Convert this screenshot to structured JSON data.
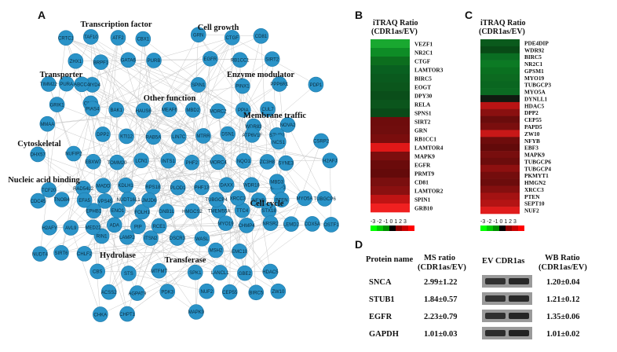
{
  "panels": {
    "A": "A",
    "B": "B",
    "C": "C",
    "D": "D"
  },
  "network": {
    "categories": [
      "Transcription factor",
      "Cell growth",
      "Transporter",
      "Enzyme modulator",
      "Other function",
      "Membrane traffic",
      "Cytoskeletal",
      "Nucleic acid binding",
      "Cell cycle",
      "Hydrolase",
      "Transferase"
    ],
    "nodes": [
      "CRTC1",
      "TAF10",
      "ATF2",
      "CBX1",
      "ZHX1",
      "BRPF1",
      "GATA6",
      "PURB",
      "PURA",
      "SMYD4",
      "GRN",
      "CTGF",
      "CD81",
      "EGFR",
      "RB1CC1",
      "SIRT2",
      "SPIN1",
      "TIMM22",
      "ABCC4",
      "GRIK1",
      "CMC1",
      "MMAA",
      "PINX1",
      "PPP6R1",
      "PDP1",
      "WDR83",
      "NOVA2",
      "PIAS4",
      "BAK1",
      "HAUS6",
      "MEAF6",
      "MBD2",
      "MORC2",
      "PPIA",
      "CUL7",
      "DPP2",
      "KTI12",
      "RAB5A",
      "LIN7C",
      "MTRR",
      "DSN1",
      "ATP6V1F",
      "STUB1",
      "EBXW7",
      "TOMM20",
      "LCN1",
      "INTS1",
      "PHF2",
      "MORC4",
      "NQO1",
      "ZC3H8",
      "MADD",
      "KDLH1",
      "RPS18",
      "PLOD1",
      "PHF13",
      "DAXX",
      "WDR18",
      "ELNP1",
      "EPHB1",
      "ENO1",
      "FOLH1",
      "GNB1L",
      "HMGCS2",
      "TMEM55A",
      "TTC4",
      "STX18",
      "RIN1",
      "LAMP2",
      "ITSN2",
      "DSCR3",
      "WASL",
      "NCS1",
      "CSRP2",
      "SYNE3",
      "H2AFJ",
      "MBD3",
      "DHX57",
      "NUFIP2",
      "TCF20",
      "RAD54L2",
      "CDC45",
      "TNOB4",
      "EFA5",
      "VPS45",
      "NUDT16L1",
      "JMJD6",
      "H2AFY",
      "AVL9",
      "MED22",
      "ADA",
      "PIP",
      "RCE1",
      "NUDT4",
      "SIRT6",
      "CHLF2",
      "CBS",
      "STS",
      "MTFMT",
      "ACSS2",
      "AGPAT9",
      "PDK3",
      "CHKA",
      "CHPT1",
      "SPK1",
      "LANCL1",
      "GBE2",
      "HDAC5",
      "NUF2",
      "CEP55",
      "BIRC5",
      "ZW10",
      "MAPK9",
      "TUBGCP4",
      "XRCC3",
      "NFYB",
      "PTEN",
      "MYO5A",
      "TUBGCP6",
      "MYO19",
      "CHMP4",
      "NRSR2",
      "LEMD2",
      "COX5A",
      "OSTF1",
      "MSH2",
      "EMC10"
    ]
  },
  "heatmap_b": {
    "title": "iTRAQ Ratio",
    "subtitle": "(CDR1as/EV)",
    "genes": [
      "VEZF1",
      "NR2C1",
      "CTGF",
      "LAMTOR3",
      "BIRC5",
      "EOGT",
      "DPY30",
      "RELA",
      "SPNS1",
      "SIRT2",
      "GRN",
      "RB1CC1",
      "LAMTOR4",
      "MAPK9",
      "EGFR",
      "PRMT9",
      "CD81",
      "LAMTOR2",
      "SPIN1",
      "GRB10"
    ],
    "colors": [
      "#19a830",
      "#0e8c26",
      "#0c6e1e",
      "#096020",
      "#0a5a1e",
      "#0b561c",
      "#0a4e1a",
      "#0b551c",
      "#0a4a18",
      "#6e0c0c",
      "#700d0d",
      "#7a0d0d",
      "#e01818",
      "#7c0e0e",
      "#6a0b0b",
      "#640a0a",
      "#7a0f0f",
      "#8a1010",
      "#c01414",
      "#f02020"
    ]
  },
  "heatmap_c": {
    "title": "iTRAQ Ratio",
    "subtitle": "(CDR1as/EV)",
    "genes": [
      "PDE4DIP",
      "WDR92",
      "BIRC5",
      "NR2C1",
      "GPSM1",
      "MYO19",
      "TUBGCP3",
      "MYO5A",
      "DYNLL1",
      "HDAC5",
      "DPP2",
      "CEP55",
      "PAPD5",
      "ZW10",
      "NFYB",
      "EBF3",
      "MAPK9",
      "TUBGCP6",
      "TUBGCP4",
      "PKMYT1",
      "HMGN2",
      "XRCC3",
      "PTEN",
      "SEPT10",
      "NUF2"
    ],
    "colors": [
      "#0a5a1c",
      "#084a16",
      "#0a6e22",
      "#0c7a24",
      "#0a7020",
      "#0c6a20",
      "#0a6620",
      "#0b6a22",
      "#101a10",
      "#b81414",
      "#8a1010",
      "#6a0c0c",
      "#7a0e0e",
      "#c81818",
      "#6e0c0c",
      "#620a0a",
      "#780e0e",
      "#6c0c0c",
      "#8e1010",
      "#740d0d",
      "#6c0c0c",
      "#840f0f",
      "#a41212",
      "#b41414",
      "#e01c1c"
    ]
  },
  "scale": {
    "labels": "-3 -2 -1 0 1 2 3"
  },
  "table": {
    "headers": {
      "protein": "Protein name",
      "ms": "MS ratio",
      "ms_sub": "(CDR1as/EV)",
      "lanes": "EV  CDR1as",
      "wb": "WB Ratio",
      "wb_sub": "(CDR1as/EV)"
    },
    "rows": [
      {
        "protein": "SNCA",
        "ms": "2.99±1.22",
        "wb": "1.20±0.04",
        "band": 0.35
      },
      {
        "protein": "STUB1",
        "ms": "1.84±0.57",
        "wb": "1.21±0.12",
        "band": 0.3
      },
      {
        "protein": "EGFR",
        "ms": "2.23±0.79",
        "wb": "1.35±0.06",
        "band": 0.45
      },
      {
        "protein": "GAPDH",
        "ms": "1.01±0.03",
        "wb": "1.01±0.02",
        "band": 0.55
      }
    ]
  }
}
